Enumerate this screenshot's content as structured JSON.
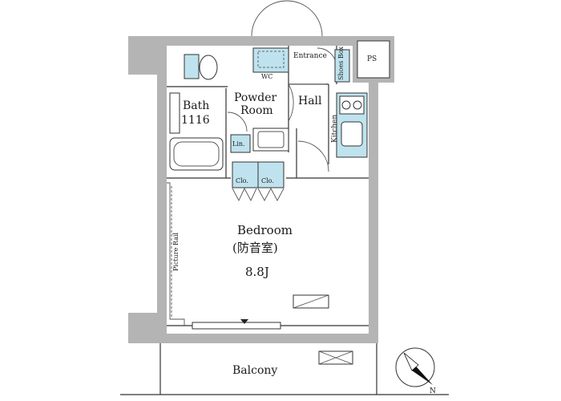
{
  "rooms": {
    "entrance": "Entrance",
    "ps": "PS",
    "wc": "WC",
    "bath": "Bath",
    "bath_size": "1116",
    "powder_room_line1": "Powder",
    "powder_room_line2": "Room",
    "hall": "Hall",
    "kitchen": "Kitchen",
    "shoes_box": "Shoes Box",
    "linen": "Lin.",
    "closet_1": "Clo.",
    "closet_2": "Clo.",
    "bedroom": "Bedroom",
    "bedroom_jp": "(防音室)",
    "bedroom_size": "8.8J",
    "picture_rail": "Picture Rail",
    "balcony": "Balcony"
  },
  "compass": {
    "north_label": "N"
  },
  "colors": {
    "fixture_blue": "#bfe3ee",
    "outer_wall": "#b4b4b4",
    "line": "#333333"
  }
}
